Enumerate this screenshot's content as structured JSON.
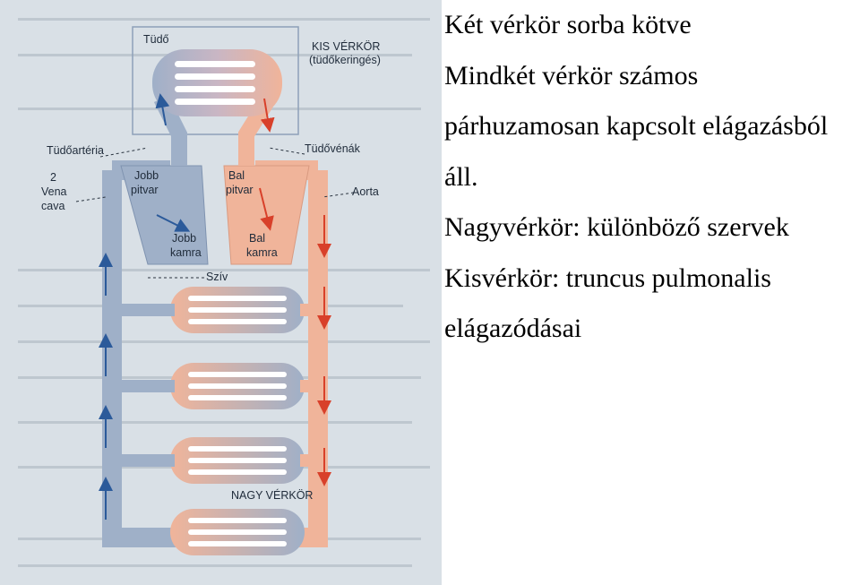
{
  "diagram": {
    "labels": {
      "lung": "Tüdő",
      "small_circuit": "KIS VÉRKÖR",
      "small_circuit_sub": "(tüdőkeringés)",
      "pulmonary_artery": "Tüdőartéria",
      "pulmonary_veins": "Tüdővénák",
      "vena_cava_num": "2",
      "vena": "Vena",
      "cava": "cava",
      "right_atrium_1": "Jobb",
      "right_atrium_2": "pitvar",
      "left_atrium_1": "Bal",
      "left_atrium_2": "pitvar",
      "aorta": "Aorta",
      "right_ventricle_1": "Jobb",
      "right_ventricle_2": "kamra",
      "left_ventricle_1": "Bal",
      "left_ventricle_2": "kamra",
      "heart": "Szív",
      "big_circuit": "NAGY VÉRKÖR"
    },
    "colors": {
      "venous": "#9fb0c8",
      "arterial": "#f0b49a",
      "arrow_blue": "#2b5a9a",
      "arrow_red": "#d8402a",
      "background": "#d9e0e6"
    }
  },
  "text": {
    "line1": "Két vérkör sorba kötve",
    "line2": "Mindkét vérkör számos",
    "line3": "párhuzamosan kapcsolt elágazásból",
    "line4": "áll.",
    "line5": "Nagyvérkör: különböző szervek",
    "line6": "Kisvérkör: truncus pulmonalis",
    "line7": "elágazódásai"
  }
}
